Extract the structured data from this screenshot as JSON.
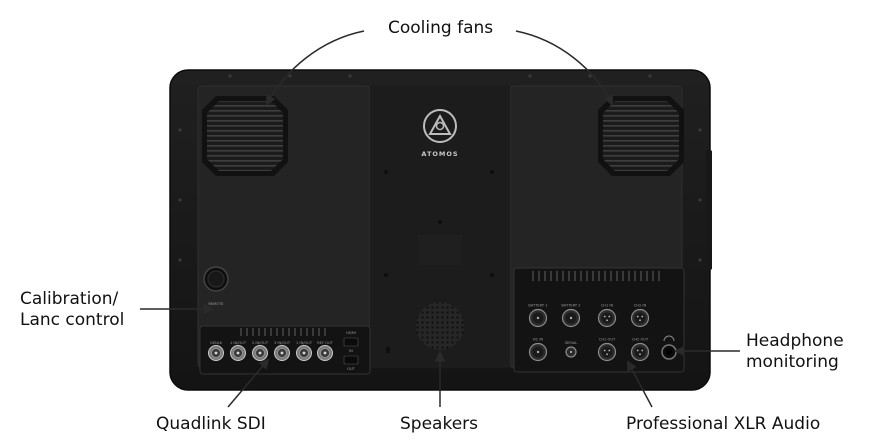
{
  "callouts": {
    "cooling_fans": "Cooling fans",
    "calibration_line1": "Calibration/",
    "calibration_line2": "Lanc control",
    "headphone_line1": "Headphone",
    "headphone_line2": "monitoring",
    "quadlink_sdi": "Quadlink SDI",
    "speakers": "Speakers",
    "xlr_audio": "Professional XLR Audio"
  },
  "device": {
    "brand": "ATOMOS",
    "remote_label": "REMOTE",
    "sdi_labels": [
      "GENLK",
      "1 IN/OUT",
      "2 IN/OUT",
      "3 IN/OUT",
      "1 IN/OUT",
      "REF OUT"
    ],
    "hdmi_labels": [
      "HDMI",
      "IN",
      "OUT"
    ],
    "audio_labels": [
      "BATTERY 1",
      "BATTERY 2",
      "DC IN",
      "SERIAL",
      "CH1 IN",
      "CH2 IN",
      "CH1 OUT",
      "CH2 OUT"
    ]
  },
  "colors": {
    "body": "#1a1a1a",
    "panel": "#262626",
    "arrow": "#2a2a2a",
    "text": "#111111"
  }
}
